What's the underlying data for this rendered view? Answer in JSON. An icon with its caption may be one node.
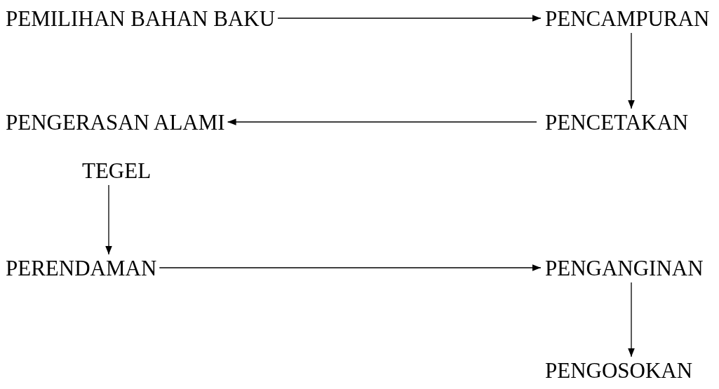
{
  "diagram": {
    "nodes": [
      {
        "text": [
          "PEMILIHAN BAHAN BAKU"
        ]
      },
      {
        "text": [
          "PENCAMPURAN"
        ]
      },
      {
        "text": [
          "PENCETAKAN"
        ]
      },
      {
        "text": [
          "PENGERASAN ALAMI"
        ]
      },
      {
        "text": [
          "TEGEL"
        ]
      },
      {
        "text": [
          "PERENDAMAN"
        ]
      },
      {
        "text": [
          "PENGANGINAN"
        ]
      },
      {
        "text": [
          "PENGOSOKAN"
        ]
      }
    ],
    "edges": [
      {
        "from": 0,
        "to": 1,
        "arrow": "to"
      },
      {
        "from": 1,
        "to": 2,
        "arrow": "to"
      },
      {
        "from": 2,
        "to": 3,
        "arrow": "to"
      },
      {
        "from": 4,
        "to": 5,
        "arrow": "to"
      },
      {
        "from": 5,
        "to": 6,
        "arrow": "to"
      },
      {
        "from": 6,
        "to": 7,
        "arrow": "to"
      }
    ]
  }
}
